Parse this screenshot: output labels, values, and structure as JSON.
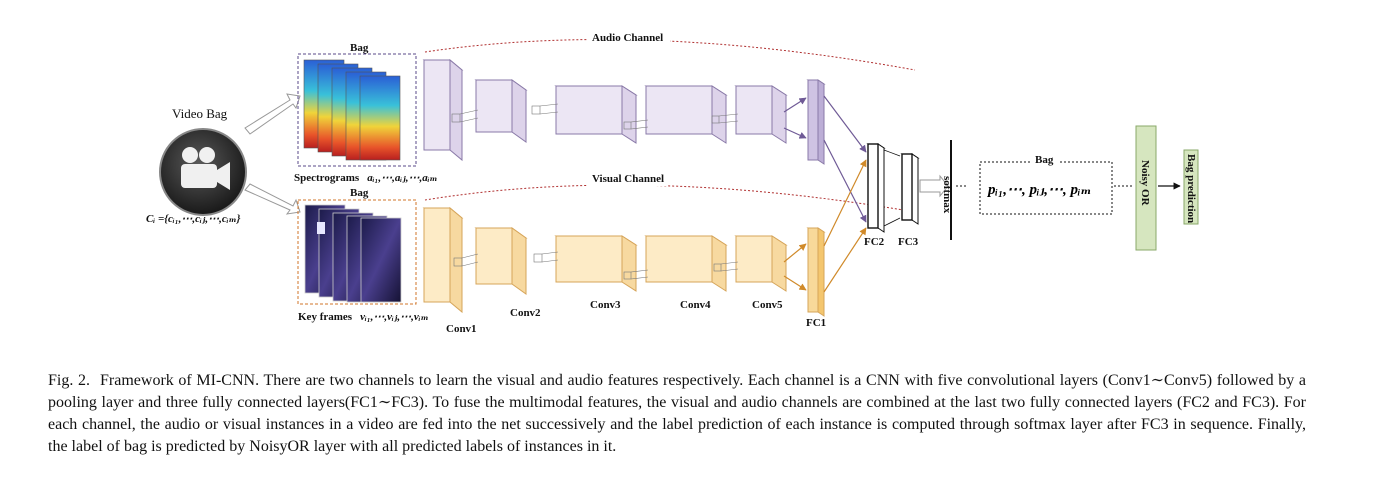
{
  "figure": {
    "video_bag_label": "Video Bag",
    "audio_channel_label": "Audio Channel",
    "visual_channel_label": "Visual Channel",
    "audio_bag_label": "Bag",
    "visual_bag_label": "Bag",
    "output_bag_label": "Bag",
    "spectrograms_label": "Spectrograms",
    "spectrograms_math": "aᵢ₁,⋯,aᵢⱼ,⋯,aᵢₘ",
    "keyframes_label": "Key frames",
    "keyframes_math": "vᵢ₁,⋯,vᵢⱼ,⋯,vᵢₘ",
    "video_set_math": "Cᵢ ={cᵢ₁,⋯,cᵢⱼ,⋯,cᵢₘ}",
    "output_math": "pᵢ₁,⋯, pᵢⱼ,⋯, pᵢₘ",
    "layers": [
      "Conv1",
      "Conv2",
      "Conv3",
      "Conv4",
      "Conv5",
      "FC1",
      "FC2",
      "FC3"
    ],
    "softmax_label": "softmax",
    "noisy_or_label": "Noisy OR",
    "bag_prediction_label": "Bag prediction"
  },
  "caption": {
    "figure_number": "Fig. 2.",
    "text": "Framework of MI-CNN. There are two channels to learn the visual and audio features respectively. Each channel is a CNN with five convolutional layers (Conv1∼Conv5) followed by a pooling layer and three fully connected layers(FC1∼FC3). To fuse the multimodal features, the visual and audio channels are combined at the last two fully connected layers (FC2 and FC3). For each channel, the audio or visual instances in a video are fed into the net successively and the label prediction of each instance is computed through softmax layer after FC3 in sequence. Finally, the label of bag is predicted by NoisyOR layer with all predicted labels of instances in it."
  },
  "colors": {
    "audio_fill": "#ece6f4",
    "audio_stroke": "#8a7aa8",
    "visual_fill": "#fdebc6",
    "visual_stroke": "#d6a55a",
    "audio_arrow": "#6f5a96",
    "visual_arrow": "#d08a2a",
    "noisy_or_fill": "#d6e6bf",
    "bag_pred_fill": "#d6e6bf",
    "dash_red": "#b03030"
  }
}
